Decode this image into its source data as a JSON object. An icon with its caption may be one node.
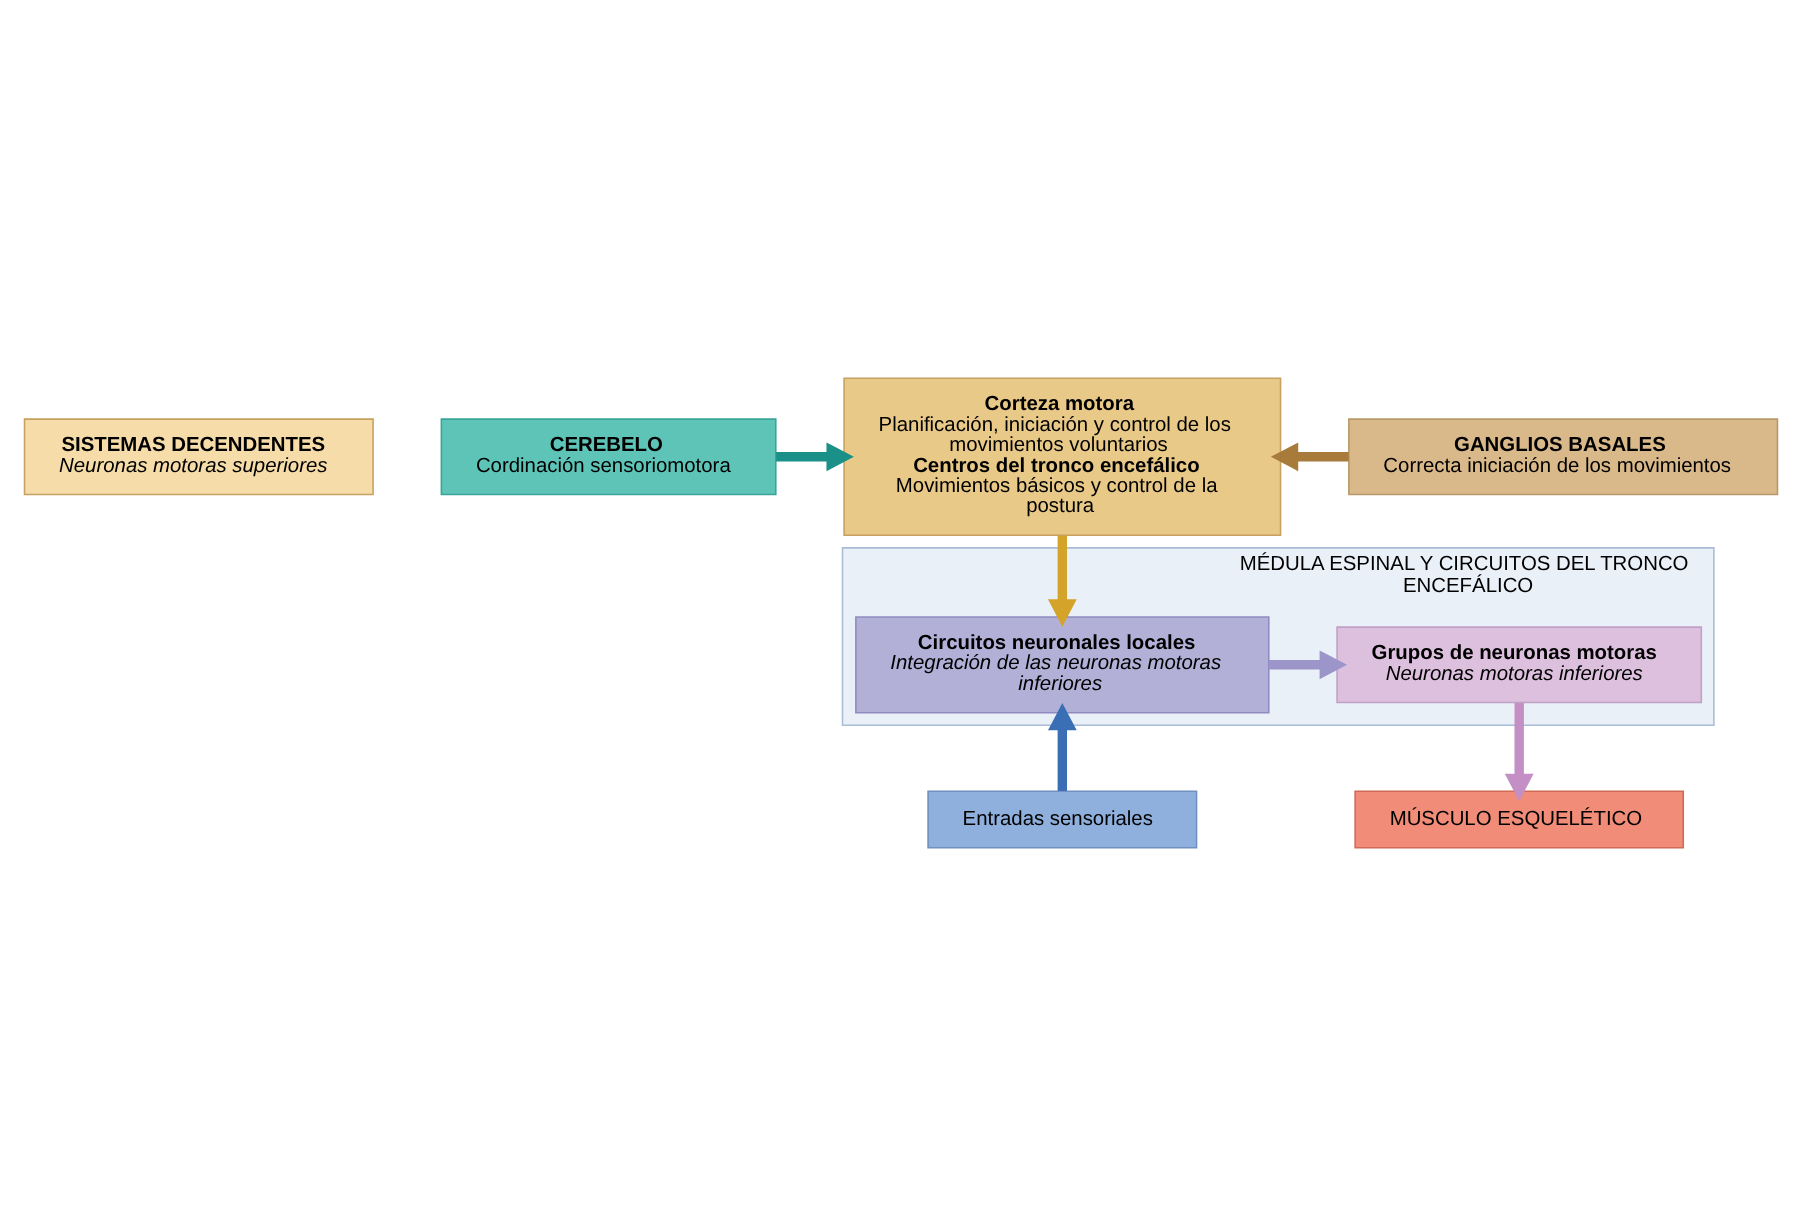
{
  "diagram": {
    "nodes": [
      {
        "text": [
          "SISTEMAS DECENDENTES",
          "Neuronas motoras superiores"
        ]
      },
      {
        "text": [
          "Corteza motora",
          "Planificación, iniciación y control de los movimientos voluntarios",
          "Centros del tronco encefálico",
          "Movimientos básicos y control de la postura"
        ]
      },
      {
        "text": [
          "GANGLIOS BASALES",
          "Correcta iniciación de los movimientos"
        ]
      },
      {
        "text": [
          "CEREBELO",
          "Cordinación sensoriomotora"
        ]
      },
      {
        "text": [
          "MÉDULA ESPINAL Y CIRCUITOS DEL TRONCO ENCEFÁLICO"
        ]
      },
      {
        "text": [
          "Circuitos neuronales locales",
          "Integración de las neuronas motoras inferiores"
        ],
        "in": 4
      },
      {
        "text": [
          "Grupos de neuronas motoras",
          "Neuronas motoras inferiores"
        ],
        "in": 4
      },
      {
        "text": [
          "Entradas sensoriales"
        ]
      },
      {
        "text": [
          "MÚSCULO ESQUELÉTICO"
        ]
      }
    ],
    "edges": [
      {
        "from": 2,
        "to": 1,
        "arrow": "to",
        "color": "#a87b3a"
      },
      {
        "from": 3,
        "to": 1,
        "arrow": "to",
        "color": "#1a9088"
      },
      {
        "from": 1,
        "to": 5,
        "arrow": "to",
        "color": "#d4a32a"
      },
      {
        "from": 5,
        "to": 6,
        "arrow": "to",
        "color": "#9b95c9"
      },
      {
        "from": 6,
        "to": 8,
        "arrow": "to",
        "color": "#c38fc4"
      },
      {
        "from": 7,
        "to": 5,
        "arrow": "to",
        "color": "#3b6fb5"
      }
    ]
  }
}
